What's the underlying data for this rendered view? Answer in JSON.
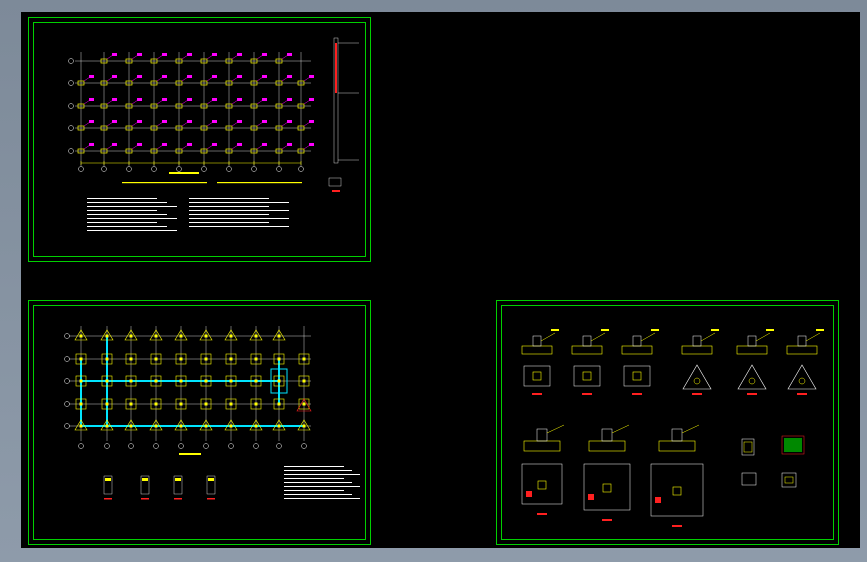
{
  "colors": {
    "viewport_bg": "#000000",
    "app_bg": "#8494a4",
    "frame": "#00d000",
    "grid": "#ffffff",
    "column": "#ffff00",
    "rebar": "#ff00ff",
    "section": "#ff2020",
    "beam": "#00e5ff"
  },
  "sheets": [
    {
      "id": "column-layout-sheet"
    },
    {
      "id": "foundation-plan-sheet"
    },
    {
      "id": "foundation-detail-sheet"
    }
  ]
}
